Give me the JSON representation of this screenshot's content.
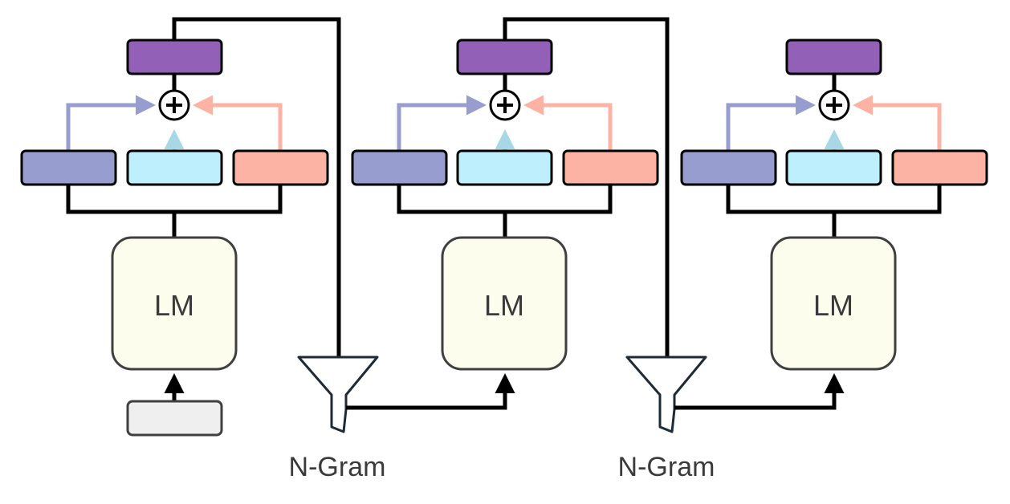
{
  "colors": {
    "line": "#000000",
    "output_box": "#9360b8",
    "head_left": "#979ecf",
    "head_mid": "#bdeffc",
    "head_right": "#fcb3a3",
    "arrow_left": "#979ecf",
    "arrow_mid": "#a8d8e6",
    "arrow_right": "#fcb3a3",
    "lm_fill": "#fdfdee",
    "lm_stroke": "#3f3f3f",
    "input_box": "#efefef",
    "funnel_stroke": "#1e2a36"
  },
  "icons": {
    "sum_node": "circled-plus-icon",
    "filter": "funnel-icon"
  },
  "stages": [
    {
      "lm_label": "LM",
      "input": "input-box"
    },
    {
      "lm_label": "LM",
      "input": "n-gram-filter"
    },
    {
      "lm_label": "LM",
      "input": "n-gram-filter"
    }
  ],
  "filters": [
    {
      "label": "N-Gram"
    },
    {
      "label": "N-Gram"
    }
  ]
}
